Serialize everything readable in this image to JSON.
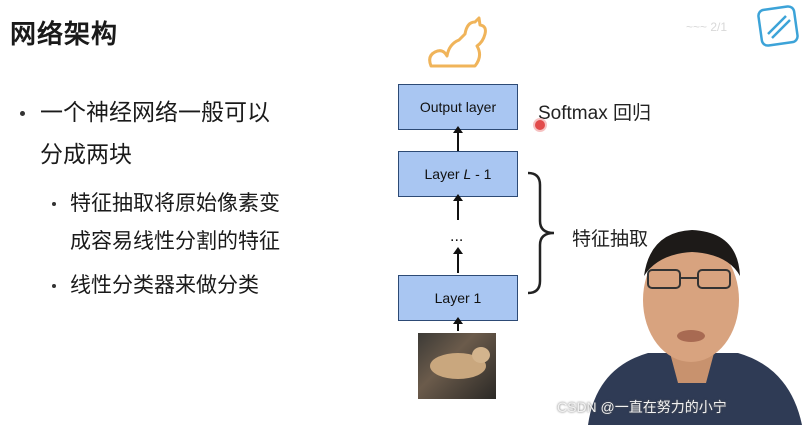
{
  "slide": {
    "title": "网络架构",
    "bullets": [
      {
        "text": "一个神经网络一般可以",
        "cont": "分成两块"
      },
      {
        "text": "特征抽取将原始像素变",
        "cont": "成容易线性分割的特征"
      },
      {
        "text": "线性分类器来做分类"
      }
    ]
  },
  "diagram": {
    "layers": {
      "output": "Output layer",
      "hidden_prefix": "Layer ",
      "hidden_var": "L",
      "hidden_suffix": " - 1",
      "first": "Layer 1"
    },
    "dots": "...",
    "softmax_label": "Softmax 回归",
    "feature_label": "特征抽取",
    "top_icon": "cat-outline-icon",
    "input_image": "cat-photo"
  },
  "overlay": {
    "watermark": "CSDN @一直在努力的小宁",
    "logo_icon": "bilibili-logo-icon",
    "faint_logo_text": "~~~ 2/1",
    "presenter": "presenter-video"
  },
  "colors": {
    "layer_fill": "#a9c6f2",
    "layer_border": "#2d4a75",
    "cat_icon": "#f0b45a",
    "cursor": "#e24b4b"
  }
}
